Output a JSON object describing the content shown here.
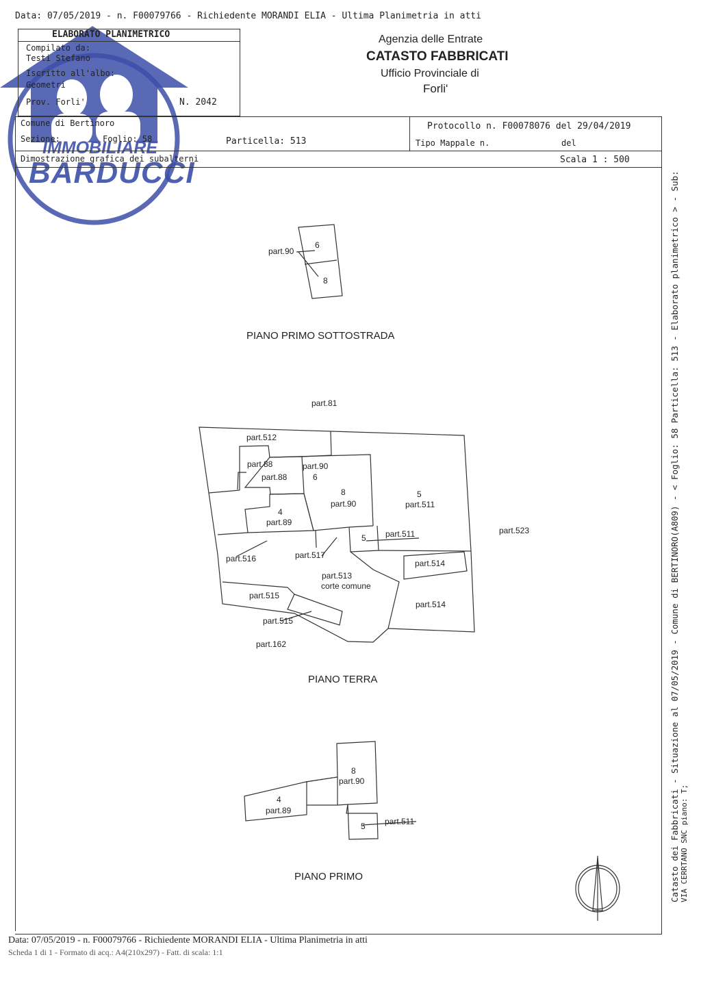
{
  "top_line": "Data: 07/05/2019 - n. F00079766 - Richiedente MORANDI ELIA - Ultima Planimetria in atti",
  "header_box": {
    "title": "ELABORATO PLANIMETRICO",
    "compilato_label": "Compilato da:",
    "compilato_value": "Testi Stefano",
    "iscritto_label": "Iscritto all'albo:",
    "iscritto_value": "Geometri",
    "prov_label": "Prov. Forli'",
    "numero": "N. 2042"
  },
  "agency": {
    "line1": "Agenzia delle Entrate",
    "line2": "CATASTO FABBRICATI",
    "line3": "Ufficio Provinciale di",
    "line4": "Forli'"
  },
  "info": {
    "comune": "Comune di Bertinoro",
    "sezione": "Sezione:",
    "foglio": "Foglio: 58",
    "particella": "Particella: 513",
    "protocollo": "Protocollo n. F00078076 del 29/04/2019",
    "tipo_mappale": "Tipo Mappale n.",
    "del": "del",
    "dimostrazione": "Dimostrazione grafica dei subalterni",
    "scala": "Scala 1 : 500"
  },
  "watermark": {
    "line1": "IMMOBILIARE",
    "line2": "BARDUCCI",
    "color": "#3d4fa8"
  },
  "plans": {
    "sottostrada": {
      "title": "PIANO PRIMO SOTTOSTRADA",
      "labels": [
        "part.90",
        "6",
        "8"
      ]
    },
    "terra": {
      "title": "PIANO TERRA",
      "labels": {
        "p81": "part.81",
        "p512": "part.512",
        "p88a": "part.88",
        "p88b": "part.88",
        "p90a": "part.90",
        "n6": "6",
        "n8": "8",
        "p90b": "part.90",
        "n5a": "5",
        "p511a": "part.511",
        "n4": "4",
        "p89": "part.89",
        "n5b": "5",
        "p511b": "part.511",
        "p523": "part.523",
        "p516": "part.516",
        "p517": "part.517",
        "p514a": "part.514",
        "p513": "part.513",
        "corte": "corte comune",
        "p515a": "part.515",
        "p514b": "part.514",
        "p515b": "part.515",
        "p162": "part.162"
      }
    },
    "primo": {
      "title": "PIANO PRIMO",
      "labels": {
        "n8": "8",
        "p90": "part.90",
        "n4": "4",
        "p89": "part.89",
        "n5": "5",
        "p511": "part.511"
      }
    }
  },
  "side_text": {
    "line1": "Catasto dei Fabbricati - Situazione al 07/05/2019 - Comune di BERTINORO(A809) - < Foglio: 58 Particella: 513 - Elaborato planimetrico > - Sub:",
    "line2": "VIA CERRTANO SNC piano: T;"
  },
  "footer": {
    "line1": "Data: 07/05/2019 - n. F00079766 - Richiedente MORANDI ELIA - Ultima Planimetria in atti",
    "line2": "Scheda 1 di 1 - Formato di acq.: A4(210x297) - Fatt. di scala: 1:1"
  }
}
